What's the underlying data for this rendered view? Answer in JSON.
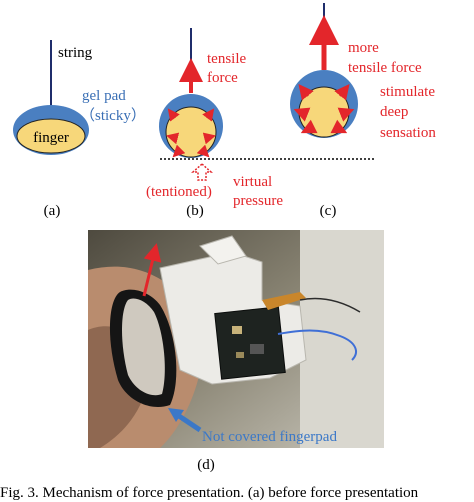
{
  "panel_a": {
    "string_label": "string",
    "gel_label": "gel pad",
    "sticky_label": "（sticky）",
    "finger_label": "finger",
    "panel_label": "(a)"
  },
  "panel_b": {
    "tensile_line1": "tensile",
    "tensile_line2": "force",
    "tentioned_label": "(tentioned)",
    "virtual_line1": "virtual",
    "virtual_line2": "pressure",
    "panel_label": "(b)"
  },
  "panel_c": {
    "more_line1": "more",
    "more_line2": "tensile force",
    "stim_line1": "stimulate",
    "stim_line2": "deep",
    "stim_line3": "sensation",
    "panel_label": "(c)"
  },
  "panel_d": {
    "annotation": "Not covered fingerpad",
    "panel_label": "(d)"
  },
  "caption": "Fig. 3. Mechanism of force presentation. (a) before force presentation",
  "colors": {
    "string_line": "#1f2d6b",
    "gel_blue": "#4a7fc1",
    "finger_fill": "#f7d77a",
    "arrow_red": "#e3262b",
    "annotation_blue": "#3b78c8"
  }
}
